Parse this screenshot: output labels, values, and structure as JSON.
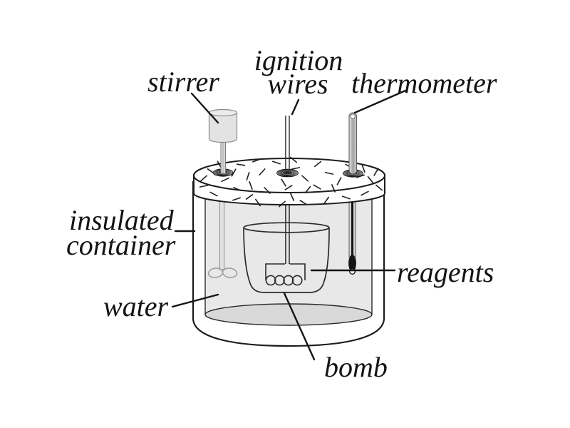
{
  "diagram": {
    "labels": {
      "stirrer": "stirrer",
      "ignition_line1": "ignition",
      "ignition_line2": "wires",
      "thermometer": "thermometer",
      "insulated_line1": "insulated",
      "insulated_line2": "container",
      "water": "water",
      "reagents": "reagents",
      "bomb": "bomb"
    },
    "colors": {
      "background": "#ffffff",
      "line": "#1c1c1c",
      "water_fill": "#e8e8e8",
      "water_bottom": "#d9d9d9",
      "metal_light": "#d6d6d6"
    }
  }
}
